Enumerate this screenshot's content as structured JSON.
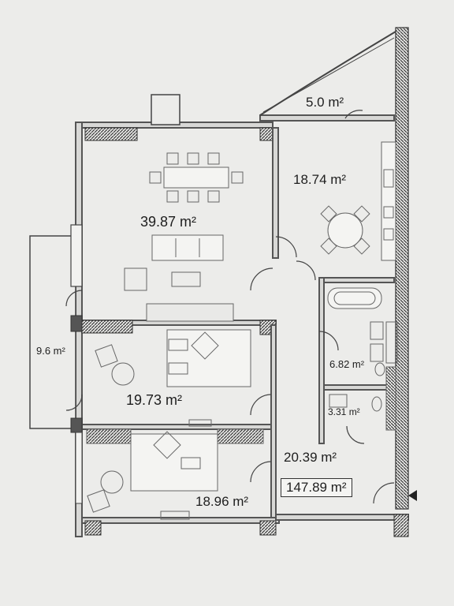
{
  "rooms": {
    "living": "39.87 m²",
    "kitchen": "18.74 m²",
    "loggia": "5.0 m²",
    "balcony": "9.6 m²",
    "bedroom1": "19.73 m²",
    "bedroom2": "18.96 m²",
    "hall": "20.39 m²",
    "bathroom": "6.82 m²",
    "wc": "3.31 m²"
  },
  "total": "147.89 m²",
  "colors": {
    "background": "#ececea",
    "wall": "#5a5a5a",
    "hatch": "#3a3a3a",
    "furniture": "#777777"
  },
  "icons": [
    "entry-arrow-icon",
    "dining-table-icon",
    "sofa-icon",
    "bed-icon",
    "bathtub-icon",
    "toilet-icon",
    "sink-icon",
    "kitchen-counter-icon",
    "round-table-icon"
  ]
}
